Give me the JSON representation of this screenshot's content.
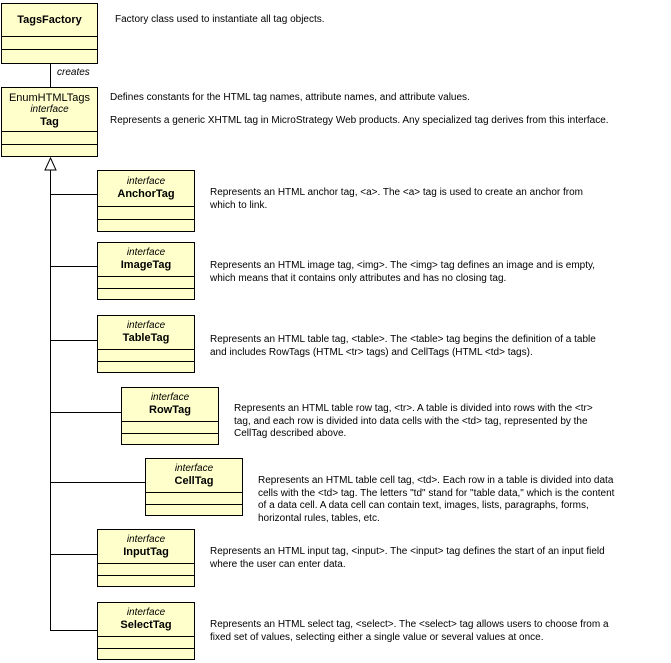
{
  "factory": {
    "name": "TagsFactory",
    "description": "Factory class used to instantiate all tag objects.",
    "association_label": "creates"
  },
  "tag": {
    "prefix": "EnumHTMLTags",
    "stereotype": "interface",
    "name": "Tag",
    "enum_description": "Defines constants for the HTML tag names, attribute names, and attribute values.",
    "description": "Represents a generic XHTML tag in MicroStrategy Web products. Any specialized tag derives from this interface."
  },
  "subtags": [
    {
      "stereotype": "interface",
      "name": "AnchorTag",
      "lines": [
        "Represents an HTML anchor tag, <a>. The <a> tag is used to create an anchor from",
        "which  to link."
      ]
    },
    {
      "stereotype": "interface",
      "name": "ImageTag",
      "lines": [
        "Represents an HTML image tag, <img>. The <img> tag defines an image and is empty,",
        "which means that it contains only attributes and has no closing tag."
      ]
    },
    {
      "stereotype": "interface",
      "name": "TableTag",
      "lines": [
        "Represents an HTML table tag, <table>. The <table> tag begins the definition of a table",
        "and includes RowTags (HTML <tr> tags) and CellTags (HTML <td> tags)."
      ]
    },
    {
      "stereotype": "interface",
      "name": "RowTag",
      "lines": [
        "Represents an HTML table row tag, <tr>.  A table is divided into rows with the <tr>",
        "tag, and each row is divided into data cells with the <td> tag, represented by the",
        "CellTag described above."
      ]
    },
    {
      "stereotype": "interface",
      "name": "CellTag",
      "lines": [
        "Represents an HTML table cell tag, <td>. Each row in a table is divided into data",
        "cells with the <td> tag. The letters \"td\" stand for \"table data,\" which is the content",
        "of a data cell. A data cell can contain text, images, lists, paragraphs, forms,",
        "horizontal rules, tables, etc."
      ]
    },
    {
      "stereotype": "interface",
      "name": "InputTag",
      "lines": [
        "Represents an HTML input tag, <input>. The <input> tag defines the start of an input field",
        "where the user can enter data."
      ]
    },
    {
      "stereotype": "interface",
      "name": "SelectTag",
      "lines": [
        "Represents an HTML select tag, <select>. The <select> tag allows users to choose from a",
        "fixed set of values, selecting either a single value or several values at once."
      ]
    }
  ]
}
